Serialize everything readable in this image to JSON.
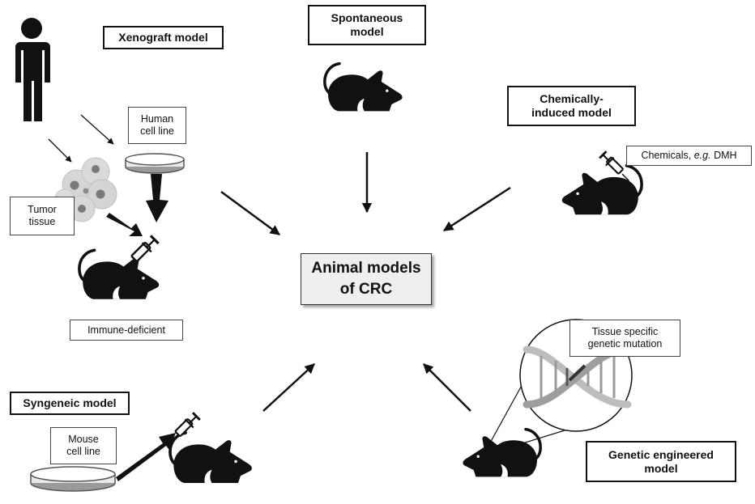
{
  "center": {
    "line1": "Animal models",
    "line2": "of CRC"
  },
  "xenograft": {
    "title": "Xenograft model",
    "human_cell_line": {
      "line1": "Human",
      "line2": "cell line"
    },
    "tumor_tissue": {
      "line1": "Tumor",
      "line2": "tissue"
    },
    "immune_label": "Immune-deficient"
  },
  "spontaneous": {
    "line1": "Spontaneous",
    "line2": "model"
  },
  "chemical": {
    "line1": "Chemically-",
    "line2": "induced model",
    "label_prefix": "Chemicals, ",
    "label_eg": "e.g.",
    "label_suffix": " DMH"
  },
  "syngeneic": {
    "title": "Syngeneic model",
    "mouse_cell_line": {
      "line1": "Mouse",
      "line2": "cell line"
    }
  },
  "genetic": {
    "line1": "Genetic engineered",
    "line2": "model",
    "mutation": {
      "line1": "Tissue specific",
      "line2": "genetic mutation"
    }
  },
  "colors": {
    "ink": "#111111",
    "box_fill": "#efefef",
    "dna_light": "#bdbdbd",
    "dna_dark": "#8a8a8a"
  }
}
